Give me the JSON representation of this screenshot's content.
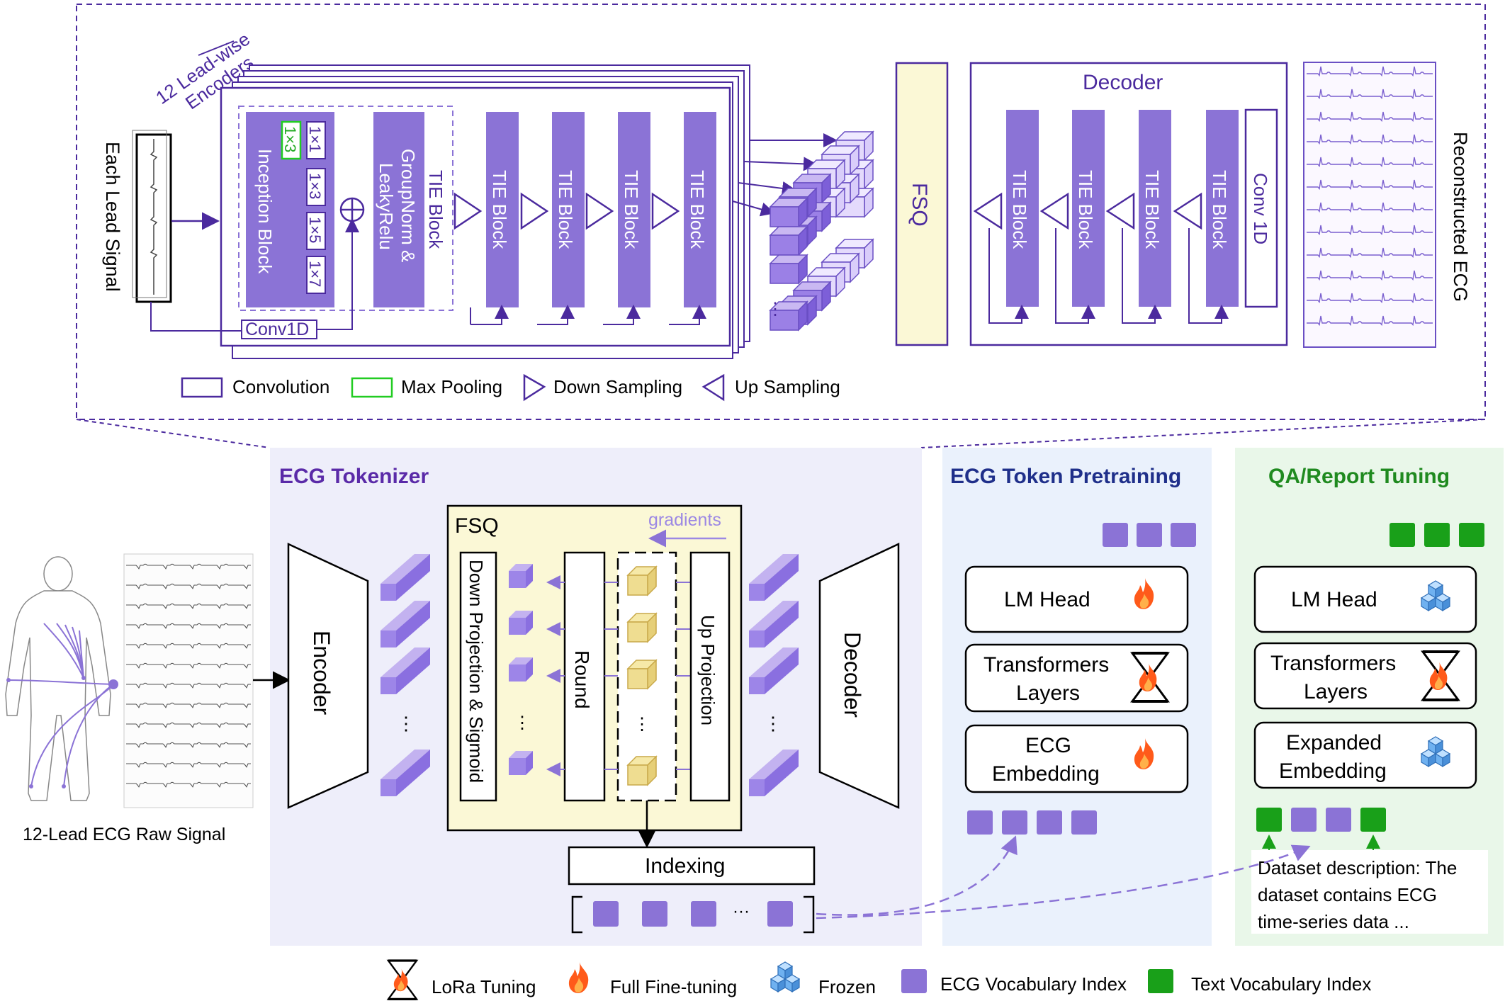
{
  "top": {
    "encoders_label_1": "12 Lead-wise",
    "encoders_label_2": "Encoders",
    "each_lead_signal": "Each Lead Signal",
    "kernel_1x3_pool": "1×3",
    "kernel_1x1": "1×1",
    "kernel_1x3": "1×3",
    "kernel_1x5": "1×5",
    "kernel_1x7": "1×7",
    "inception_block": "Inception Block",
    "groupnorm_1": "GroupNorm &",
    "groupnorm_2": "LeakyRelu",
    "tie_block": "TIE Block",
    "conv1d": "Conv1D",
    "fsq": "FSQ",
    "decoder": "Decoder",
    "conv_1d": "Conv 1D",
    "reconstructed_ecg": "Reconstructed ECG",
    "ellipsis": "⋮"
  },
  "legend_top": {
    "convolution": "Convolution",
    "max_pooling": "Max Pooling",
    "down_sampling": "Down Sampling",
    "up_sampling": "Up Sampling"
  },
  "bottom": {
    "raw_signal_label": "12-Lead ECG Raw Signal",
    "ecg_tokenizer_title": "ECG Tokenizer",
    "encoder": "Encoder",
    "decoder": "Decoder",
    "fsq": "FSQ",
    "gradients": "gradients",
    "down_projection": "Down Projection  & Sigmoid",
    "round": "Round",
    "up_projection": "Up Projection",
    "indexing": "Indexing",
    "ellipsis": "⋮",
    "h_ellipsis": "···"
  },
  "pretraining": {
    "title": "ECG Token Pretraining",
    "lm_head": "LM Head",
    "transformers_1": "Transformers",
    "transformers_2": "Layers",
    "embedding_1": "ECG",
    "embedding_2": "Embedding"
  },
  "tuning": {
    "title": "QA/Report Tuning",
    "lm_head": "LM Head",
    "transformers_1": "Transformers",
    "transformers_2": "Layers",
    "embedding_1": "Expanded",
    "embedding_2": "Embedding",
    "desc_1": "Dataset description: The",
    "desc_2": "dataset contains ECG",
    "desc_3": "time-series data ..."
  },
  "legend_bottom": {
    "lora": "LoRa Tuning",
    "full": "Full Fine-tuning",
    "frozen": "Frozen",
    "ecg_vocab": "ECG Vocabulary Index",
    "text_vocab": "Text Vocabulary Index"
  },
  "colors": {
    "purple": "#8b73d6",
    "dark_purple": "#4b2a9e",
    "yellow_bg": "#fbf8d6",
    "green": "#19a019",
    "blue_title": "#1f2f8a",
    "fire": "#ff5a1a",
    "ice": "#4a90d9"
  }
}
